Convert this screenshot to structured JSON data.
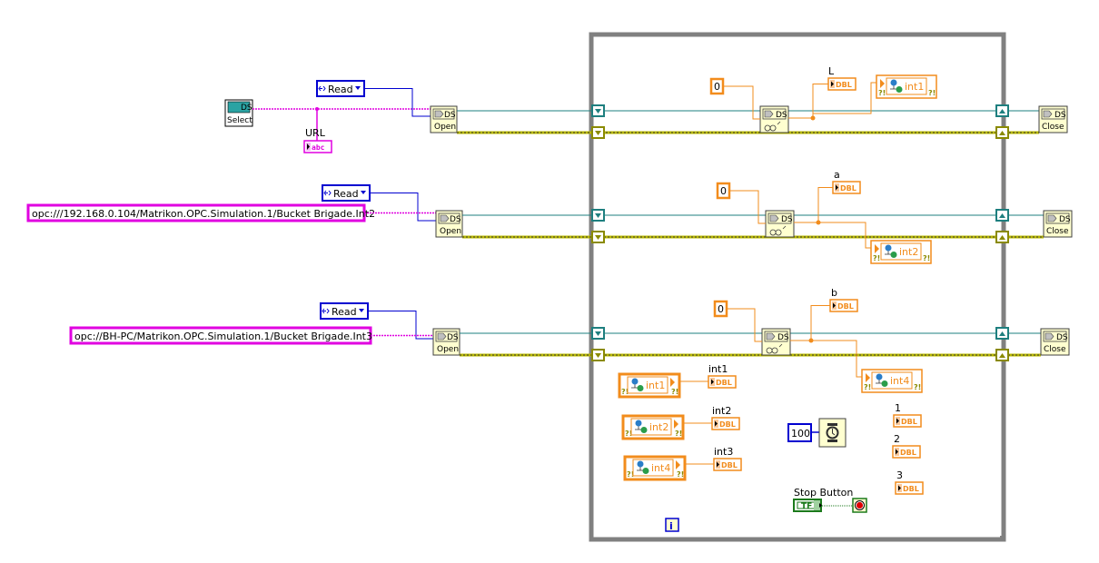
{
  "diagram": {
    "type": "LabVIEW block diagram",
    "colors": {
      "string_wire": "#e000e0",
      "enum_wire": "#0000d0",
      "refnum_wire": "#1e7f7f",
      "error_wire": "#b8b800",
      "numeric_wire": "#f28c1c",
      "boolean_wire": "#1c7a1c",
      "loop_frame": "#808080",
      "node_fill": "#ffffd0"
    },
    "select_node": {
      "label": "Select",
      "badge": "DS"
    },
    "url_indicator": {
      "label": "URL",
      "type": "abc"
    },
    "rows": [
      {
        "mode_ring": "Read",
        "source": "",
        "open_label": "Open",
        "read_constant": "0",
        "indicator_label": "L",
        "indicator_type": "DBL",
        "shared_var": "int1",
        "close_label": "Close"
      },
      {
        "mode_ring": "Read",
        "source": "opc:///192.168.0.104/Matrikon.OPC.Simulation.1/Bucket Brigade.Int2",
        "open_label": "Open",
        "read_constant": "0",
        "indicator_label": "a",
        "indicator_type": "DBL",
        "shared_var": "int2",
        "close_label": "Close"
      },
      {
        "mode_ring": "Read",
        "source": "opc://BH-PC/Matrikon.OPC.Simulation.1/Bucket Brigade.Int3",
        "open_label": "Open",
        "read_constant": "0",
        "indicator_label": "b",
        "indicator_type": "DBL",
        "shared_var": "int4",
        "close_label": "Close"
      }
    ],
    "shared_var_reads": [
      {
        "var": "int1",
        "indicator_label": "int1",
        "indicator_type": "DBL"
      },
      {
        "var": "int2",
        "indicator_label": "int2",
        "indicator_type": "DBL"
      },
      {
        "var": "int4",
        "indicator_label": "int3",
        "indicator_type": "DBL"
      }
    ],
    "extra_indicators": [
      {
        "label": "1",
        "type": "DBL"
      },
      {
        "label": "2",
        "type": "DBL"
      },
      {
        "label": "3",
        "type": "DBL"
      }
    ],
    "wait": {
      "constant": "100",
      "icon": "wait-ms-clock"
    },
    "stop": {
      "label": "Stop Button",
      "type": "TF"
    },
    "iteration_terminal": "i",
    "badge_ds": "DS",
    "warn_glyph": "?!"
  }
}
